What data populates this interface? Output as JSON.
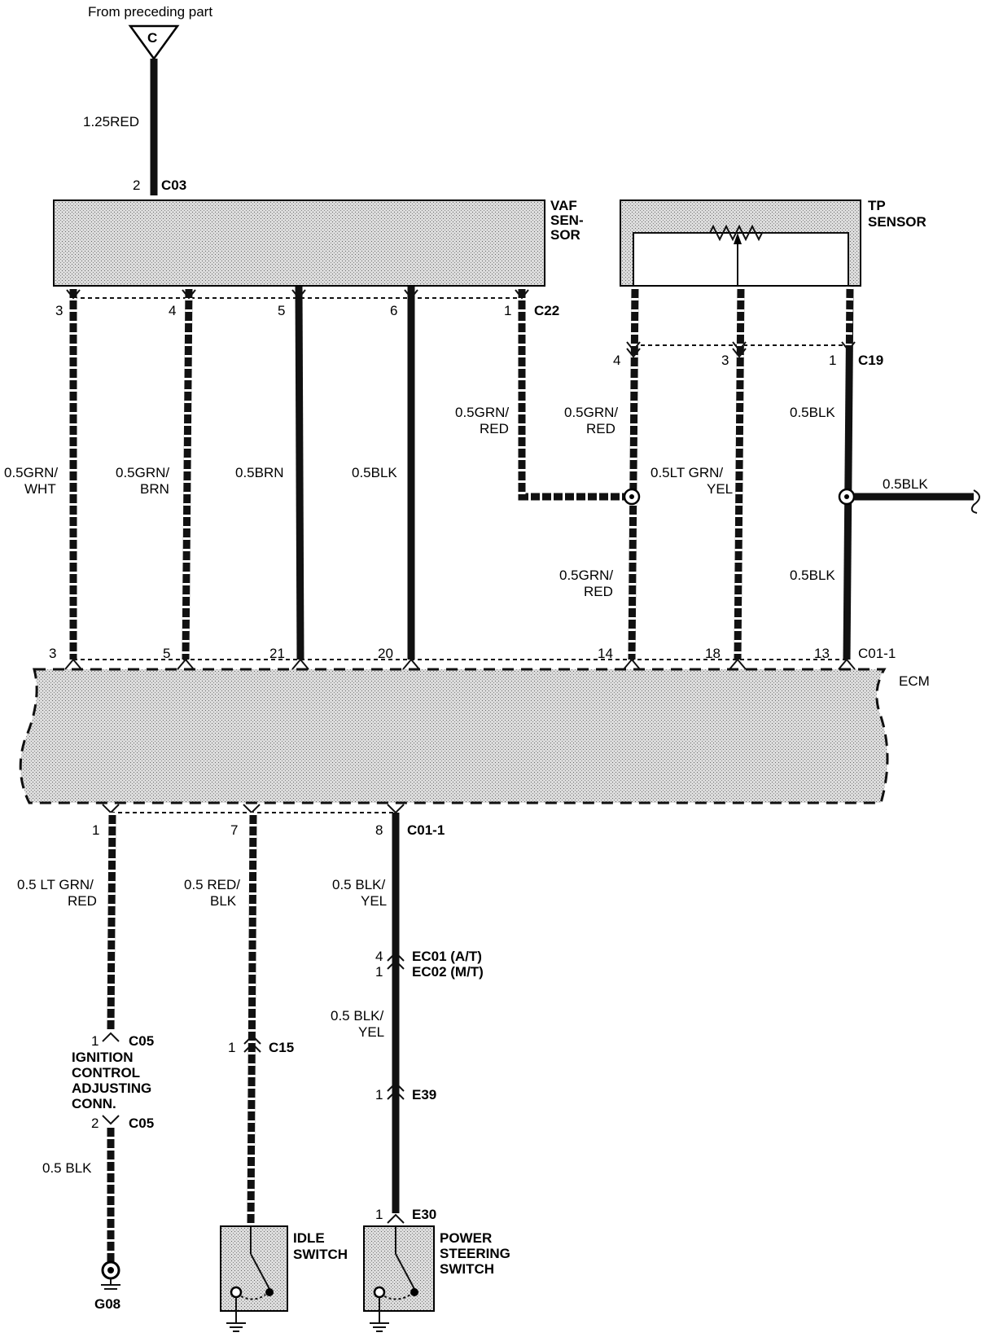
{
  "header": {
    "source_text": "From preceding part",
    "connector_letter": "C"
  },
  "vaf": {
    "title_l1": "VAF",
    "title_l2": "SEN-",
    "title_l3": "SOR",
    "top_pin": "2",
    "top_conn": "C03",
    "top_wire": "1.25RED",
    "bottom_conn": "C22",
    "pins": [
      "3",
      "4",
      "5",
      "6",
      "1"
    ],
    "wires": [
      [
        "0.5GRN/",
        "WHT"
      ],
      [
        "0.5GRN/",
        "BRN"
      ],
      [
        "0.5BRN",
        ""
      ],
      [
        "0.5BLK",
        ""
      ]
    ],
    "c22_wire": [
      "0.5GRN/",
      "RED"
    ]
  },
  "tp": {
    "title_l1": "TP",
    "title_l2": "SENSOR",
    "conn": "C19",
    "pins": [
      "4",
      "3",
      "1"
    ],
    "w4_top": [
      "0.5GRN/",
      "RED"
    ],
    "w4_bottom": [
      "0.5GRN/",
      "RED"
    ],
    "w3": [
      "0.5LT GRN/",
      "YEL"
    ],
    "w1_top": "0.5BLK",
    "w1_bottom": "0.5BLK",
    "branch": "0.5BLK"
  },
  "ecm": {
    "name": "ECM",
    "top_conn": "C01-1",
    "top_pins": [
      "3",
      "5",
      "21",
      "20",
      "14",
      "18",
      "13"
    ],
    "bottom_conn": "C01-1",
    "bottom_pins": [
      "1",
      "7",
      "8"
    ]
  },
  "lower": {
    "w1": [
      "0.5 LT GRN/",
      "RED"
    ],
    "w7": [
      "0.5 RED/",
      "BLK"
    ],
    "w8": [
      "0.5 BLK/",
      "YEL"
    ],
    "w8b": [
      "0.5 BLK/",
      "YEL"
    ],
    "c05_top_pin": "1",
    "c05_top": "C05",
    "ign_l1": "IGNITION",
    "ign_l2": "CONTROL",
    "ign_l3": "ADJUSTING",
    "ign_l4": "CONN.",
    "c05_bottom_pin": "2",
    "c05_bottom": "C05",
    "gnd_wire": "0.5 BLK",
    "ground": "G08",
    "c15_pin": "1",
    "c15": "C15",
    "ec01_pin": "4",
    "ec01": "EC01 (A/T)",
    "ec02_pin": "1",
    "ec02": "EC02 (M/T)",
    "e39_pin": "1",
    "e39": "E39",
    "e30_pin": "1",
    "e30": "E30",
    "idle_l1": "IDLE",
    "idle_l2": "SWITCH",
    "ps_l1": "POWER",
    "ps_l2": "STEERING",
    "ps_l3": "SWITCH"
  }
}
